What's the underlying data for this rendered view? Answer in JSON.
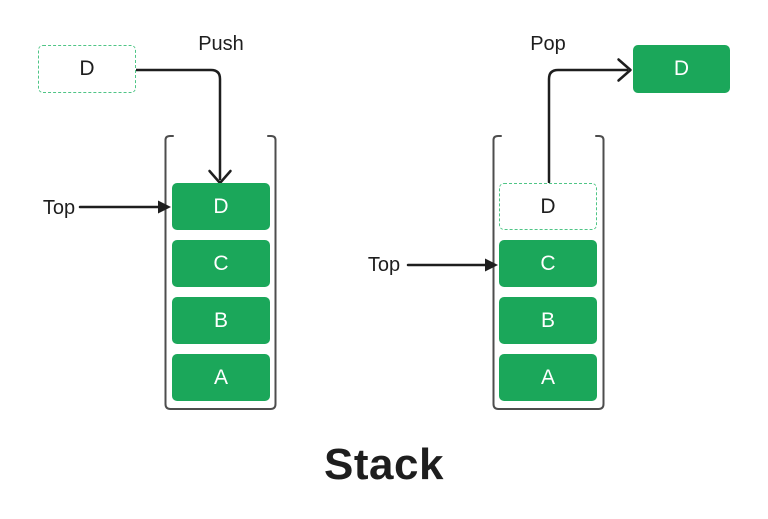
{
  "title": "Stack",
  "colors": {
    "green": "#1BA75A",
    "green-dashed": "#4FC586",
    "ink": "#1E1E1E",
    "container": "#4D4D4D",
    "box-text": "#FFFFFF"
  },
  "push_diagram": {
    "operation_label": "Push",
    "incoming_item": "D",
    "top_label": "Top",
    "stack_items": [
      "D",
      "C",
      "B",
      "A"
    ]
  },
  "pop_diagram": {
    "operation_label": "Pop",
    "popped_item": "D",
    "removed_item": "D",
    "top_label": "Top",
    "stack_items": [
      "C",
      "B",
      "A"
    ]
  }
}
